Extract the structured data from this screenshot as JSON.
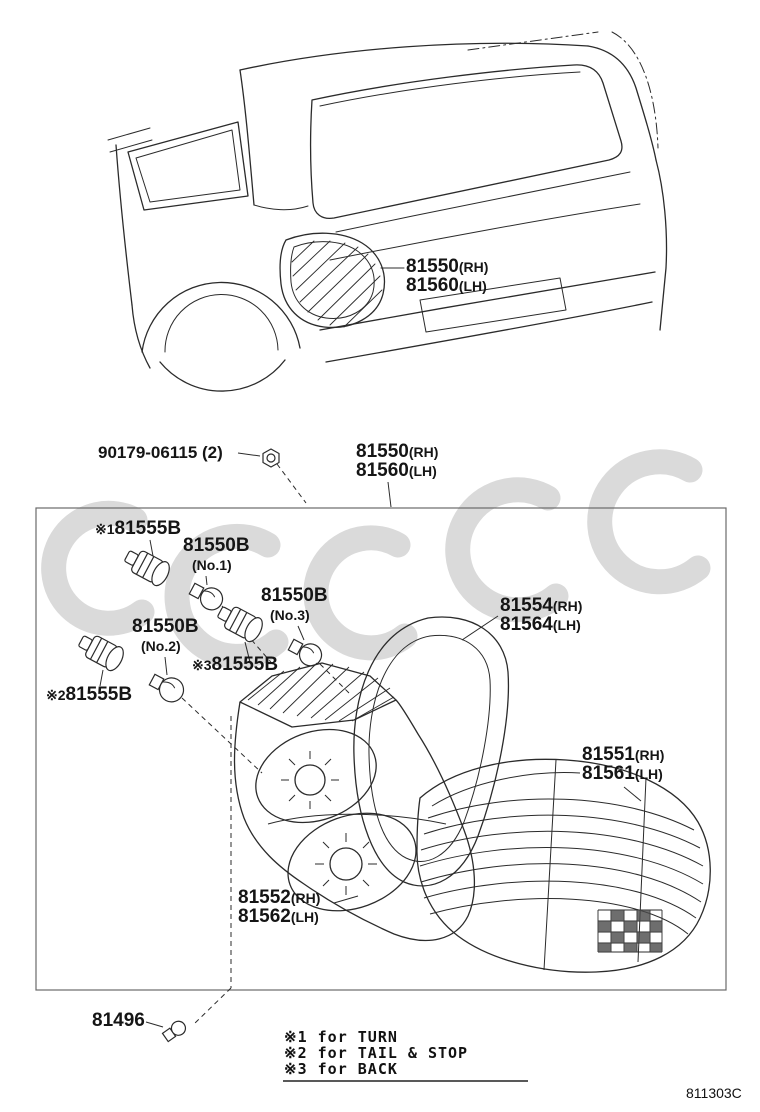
{
  "page": {
    "doc_number": "811303C"
  },
  "labels": {
    "car": {
      "l1": "81550",
      "s1": "(RH)",
      "l2": "81560",
      "s2": "(LH)"
    },
    "fastener": {
      "code": "90179-06115 (2)"
    },
    "assembly": {
      "l1": "81550",
      "s1": "(RH)",
      "l2": "81560",
      "s2": "(LH)"
    },
    "socket1": {
      "marker": "※1",
      "code": "81555B"
    },
    "socket2": {
      "marker": "※2",
      "code": "81555B"
    },
    "socket3": {
      "marker": "※3",
      "code": "81555B"
    },
    "bulb1": {
      "code": "81550B",
      "note": "(No.1)"
    },
    "bulb2": {
      "code": "81550B",
      "note": "(No.2)"
    },
    "bulb3": {
      "code": "81550B",
      "note": "(No.3)"
    },
    "gasket": {
      "l1": "81554",
      "s1": "(RH)",
      "l2": "81564",
      "s2": "(LH)"
    },
    "lens": {
      "l1": "81551",
      "s1": "(RH)",
      "l2": "81561",
      "s2": "(LH)"
    },
    "body": {
      "l1": "81552",
      "s1": "(RH)",
      "l2": "81562",
      "s2": "(LH)"
    },
    "plug": {
      "code": "81496"
    }
  },
  "legend": {
    "line1": "※1 for TURN",
    "line2": "※2 for TAIL & STOP",
    "line3": "※3 for BACK"
  }
}
